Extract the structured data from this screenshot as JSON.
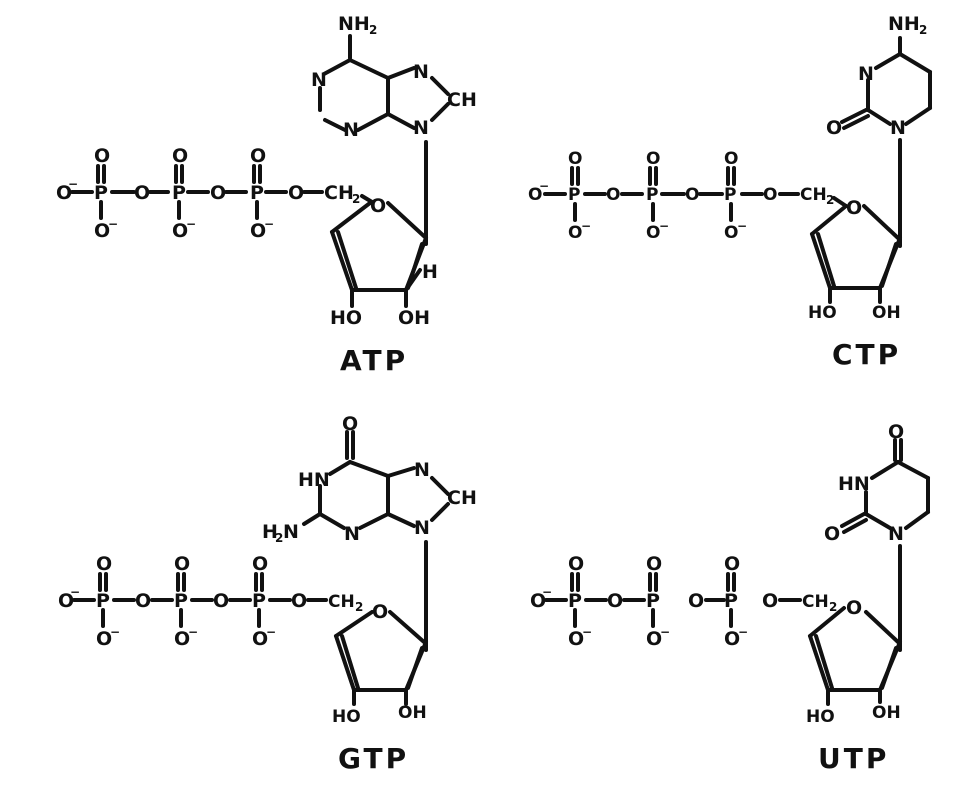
{
  "molecules": [
    {
      "name": "ATP",
      "base": {
        "ring_n1": "N",
        "ring_n3": "N",
        "n7": "N",
        "c8": "CH",
        "n9": "N",
        "amino": "NH",
        "amino_sub": "2"
      },
      "sugar": {
        "ring_o": "O",
        "h": "H",
        "oh_left": "HO",
        "oh_right": "OH",
        "ch2": "CH",
        "ch2_sub": "2"
      },
      "phosphates": {
        "p": "P",
        "o": "O",
        "o_minus": "−"
      }
    },
    {
      "name": "CTP",
      "base": {
        "n3": "N",
        "n1": "N",
        "carbonyl_o": "O",
        "amino": "NH",
        "amino_sub": "2"
      },
      "sugar": {
        "ring_o": "O",
        "oh_left": "HO",
        "oh_right": "OH",
        "ch2": "CH",
        "ch2_sub": "2"
      },
      "phosphates": {
        "p": "P",
        "o": "O",
        "o_minus": "−"
      }
    },
    {
      "name": "GTP",
      "base": {
        "carbonyl_o": "O",
        "hn": "HN",
        "n3": "N",
        "n7": "N",
        "c8": "CH",
        "n9": "N",
        "amino": "H",
        "amino_sub": "2",
        "amino_n": "N"
      },
      "sugar": {
        "ring_o": "O",
        "oh_left": "HO",
        "oh_right": "OH",
        "ch2": "CH",
        "ch2_sub": "2"
      },
      "phosphates": {
        "p": "P",
        "o": "O",
        "o_minus": "−"
      }
    },
    {
      "name": "UTP",
      "base": {
        "carbonyl_o_top": "O",
        "hn": "HN",
        "carbonyl_o_left": "O",
        "n1": "N"
      },
      "sugar": {
        "ring_o": "O",
        "oh_left": "HO",
        "oh_right": "OH",
        "ch2": "CH",
        "ch2_sub": "2"
      },
      "phosphates": {
        "p": "P",
        "o": "O",
        "o_minus": "−"
      }
    }
  ]
}
